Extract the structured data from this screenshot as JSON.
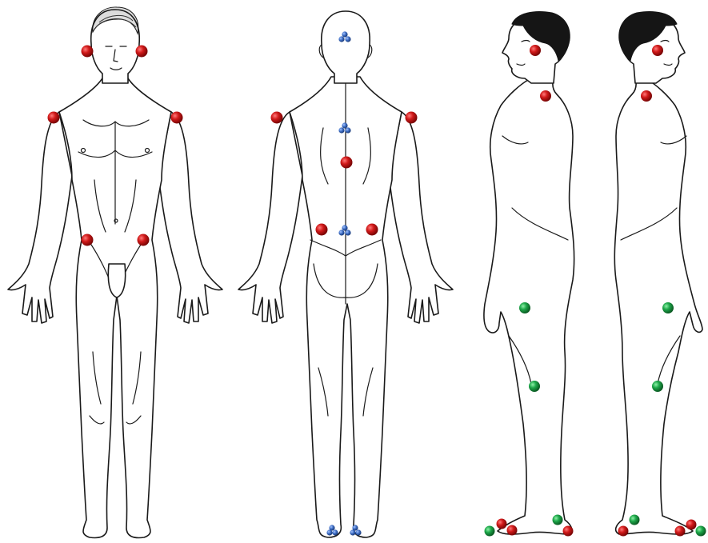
{
  "colors": {
    "background": "#ffffff",
    "outline": "#1a1a1a",
    "hair": "#151515",
    "marker_red": "#d11a1a",
    "marker_blue": "#3f6fc6",
    "marker_green": "#1ea84a"
  },
  "figures": [
    {
      "view": "front"
    },
    {
      "view": "back"
    },
    {
      "view": "side-facing-left"
    },
    {
      "view": "side-facing-right"
    }
  ],
  "marker_types": [
    "red-marker",
    "blue-marker-cluster",
    "green-marker"
  ]
}
